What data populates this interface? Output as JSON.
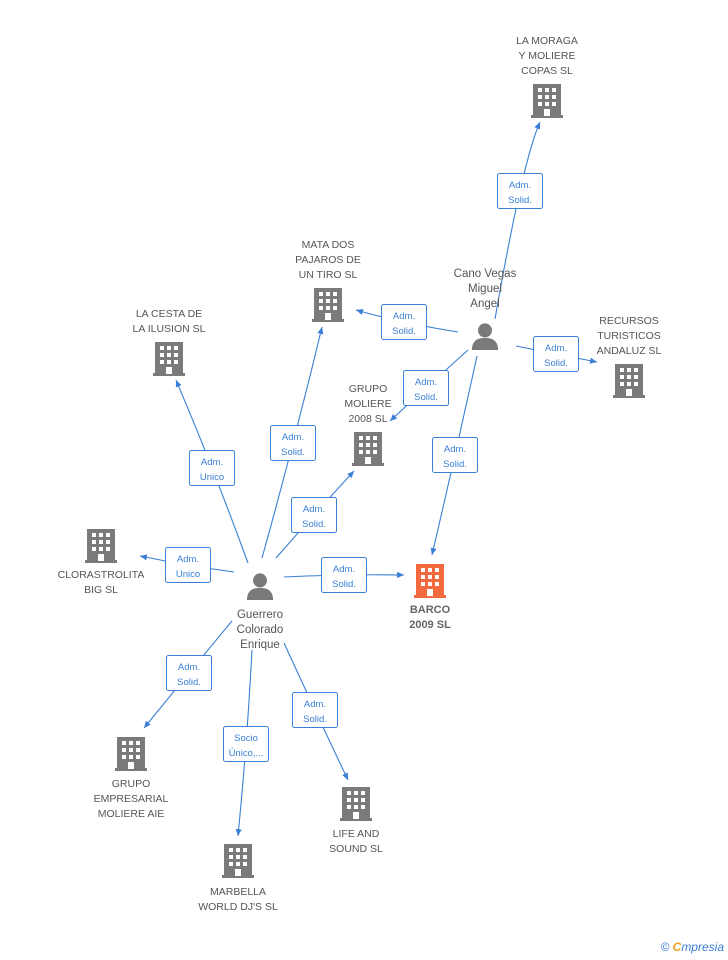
{
  "colors": {
    "edge": "#3a7fd6",
    "building": "#7a7a7a",
    "focus_building": "#f26a3d",
    "person": "#7a7a7a"
  },
  "companies": [
    {
      "id": "la-moraga",
      "lines": [
        "LA MORAGA",
        "Y MOLIERE",
        "COPAS SL"
      ]
    },
    {
      "id": "mata-dos-pajaros",
      "lines": [
        "MATA DOS",
        "PAJAROS DE",
        "UN TIRO SL"
      ]
    },
    {
      "id": "la-cesta",
      "lines": [
        "LA CESTA DE",
        "LA ILUSION SL"
      ]
    },
    {
      "id": "recursos-turisticos",
      "lines": [
        "RECURSOS",
        "TURISTICOS",
        "ANDALUZ SL"
      ]
    },
    {
      "id": "grupo-moliere-2008",
      "lines": [
        "GRUPO",
        "MOLIERE",
        "2008 SL"
      ]
    },
    {
      "id": "clorastrolita",
      "lines": [
        "CLORASTROLITA",
        "BIG SL"
      ]
    },
    {
      "id": "barco-2009",
      "lines": [
        "BARCO",
        "2009 SL"
      ],
      "focus": true
    },
    {
      "id": "grupo-empresarial",
      "lines": [
        "GRUPO",
        "EMPRESARIAL",
        "MOLIERE AIE"
      ]
    },
    {
      "id": "life-and-sound",
      "lines": [
        "LIFE AND",
        "SOUND  SL"
      ]
    },
    {
      "id": "marbella-world",
      "lines": [
        "MARBELLA",
        "WORLD DJ'S  SL"
      ]
    }
  ],
  "persons": [
    {
      "id": "cano-vegas",
      "lines": [
        "Cano Vegas",
        "Miguel",
        "Angel"
      ]
    },
    {
      "id": "guerrero-colorado",
      "lines": [
        "Guerrero",
        "Colorado",
        "Enrique"
      ]
    }
  ],
  "relations": [
    {
      "from": "cano-vegas",
      "to": "la-moraga",
      "role": [
        "Adm.",
        "Solid."
      ]
    },
    {
      "from": "cano-vegas",
      "to": "mata-dos-pajaros",
      "role": [
        "Adm.",
        "Solid."
      ]
    },
    {
      "from": "cano-vegas",
      "to": "recursos-turisticos",
      "role": [
        "Adm.",
        "Solid."
      ]
    },
    {
      "from": "cano-vegas",
      "to": "grupo-moliere-2008",
      "role": [
        "Adm.",
        "Solid."
      ]
    },
    {
      "from": "cano-vegas",
      "to": "barco-2009",
      "role": [
        "Adm.",
        "Solid."
      ]
    },
    {
      "from": "guerrero-colorado",
      "to": "la-cesta",
      "role": [
        "Adm.",
        "Unico"
      ]
    },
    {
      "from": "guerrero-colorado",
      "to": "mata-dos-pajaros",
      "role": [
        "Adm.",
        "Solid."
      ]
    },
    {
      "from": "guerrero-colorado",
      "to": "grupo-moliere-2008",
      "role": [
        "Adm.",
        "Solid."
      ]
    },
    {
      "from": "guerrero-colorado",
      "to": "clorastrolita",
      "role": [
        "Adm.",
        "Unico"
      ]
    },
    {
      "from": "guerrero-colorado",
      "to": "barco-2009",
      "role": [
        "Adm.",
        "Solid."
      ]
    },
    {
      "from": "guerrero-colorado",
      "to": "grupo-empresarial",
      "role": [
        "Adm.",
        "Solid."
      ]
    },
    {
      "from": "guerrero-colorado",
      "to": "marbella-world",
      "role": [
        "Socio",
        "Único,..."
      ]
    },
    {
      "from": "guerrero-colorado",
      "to": "life-and-sound",
      "role": [
        "Adm.",
        "Solid."
      ]
    }
  ],
  "brand": {
    "copyright": "©",
    "initial": "C",
    "rest": "mpresia"
  }
}
